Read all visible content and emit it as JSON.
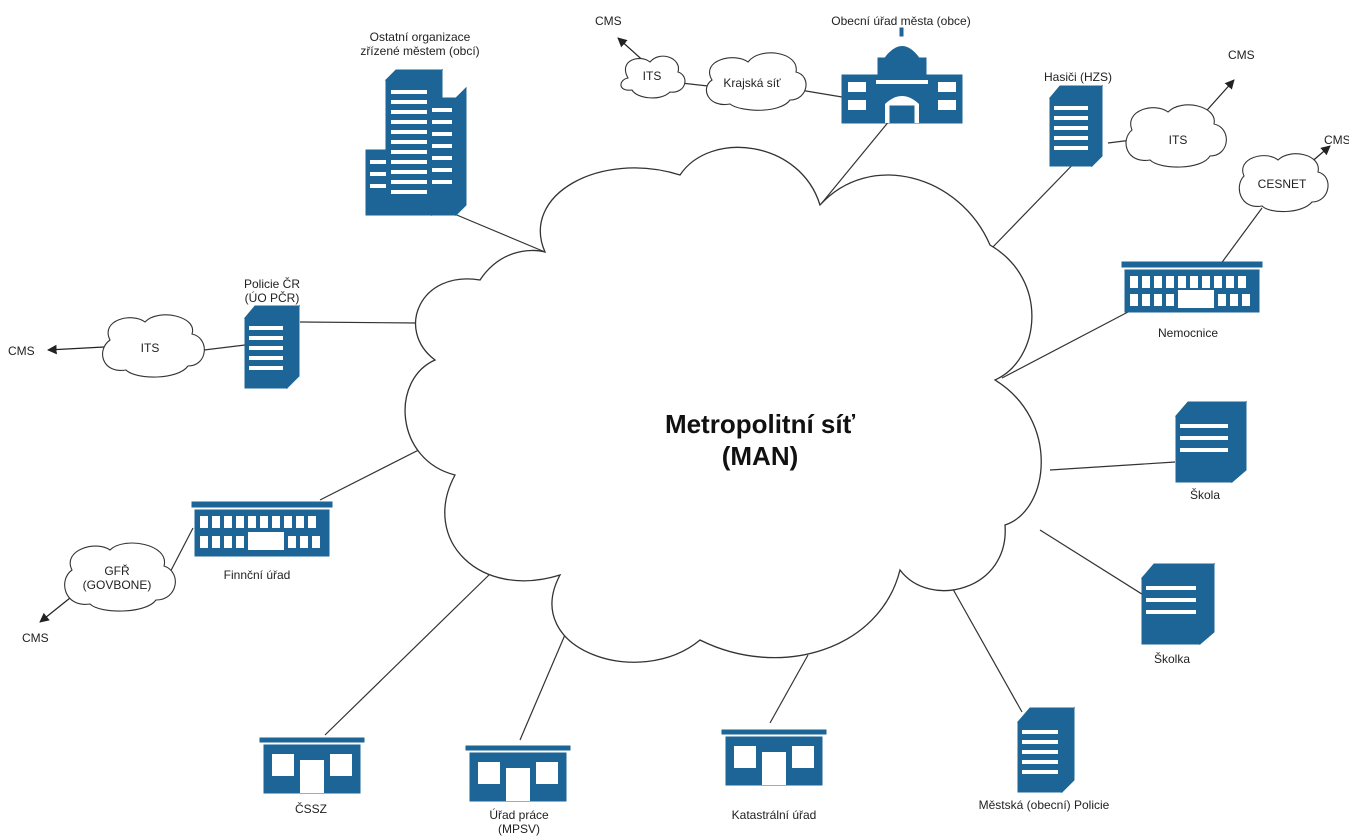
{
  "center": {
    "line1": "Metropolitní síť",
    "line2": "(MAN)"
  },
  "colors": {
    "building": "#1d6596",
    "line": "#333333",
    "cloud_stroke": "#333333"
  },
  "nodes": {
    "ostatni": {
      "line1": "Ostatní organizace",
      "line2": "zřízené městem (obcí)"
    },
    "obecni": "Obecní úřad města (obce)",
    "hasici": "Hasiči (HZS)",
    "policie": {
      "line1": "Policie ČR",
      "line2": "(ÚO PČR)"
    },
    "nemocnice": "Nemocnice",
    "skola": "Škola",
    "skolka": "Školka",
    "financni": "Finnční úřad",
    "cssz": "ČSSZ",
    "urad_prace": {
      "line1": "Úřad práce",
      "line2": "(MPSV)"
    },
    "katastr": "Katastrální úřad",
    "mestska_policie": "Městská (obecní) Policie"
  },
  "clouds": {
    "its_top": "ITS",
    "krajska": "Krajská síť",
    "its_hasici": "ITS",
    "cesnet": "CESNET",
    "its_policie": "ITS",
    "gfr": {
      "line1": "GFŘ",
      "line2": "(GOVBONE)"
    }
  },
  "cms": {
    "top": "CMS",
    "hasici": "CMS",
    "cesnet": "CMS",
    "policie": "CMS",
    "gfr": "CMS"
  }
}
